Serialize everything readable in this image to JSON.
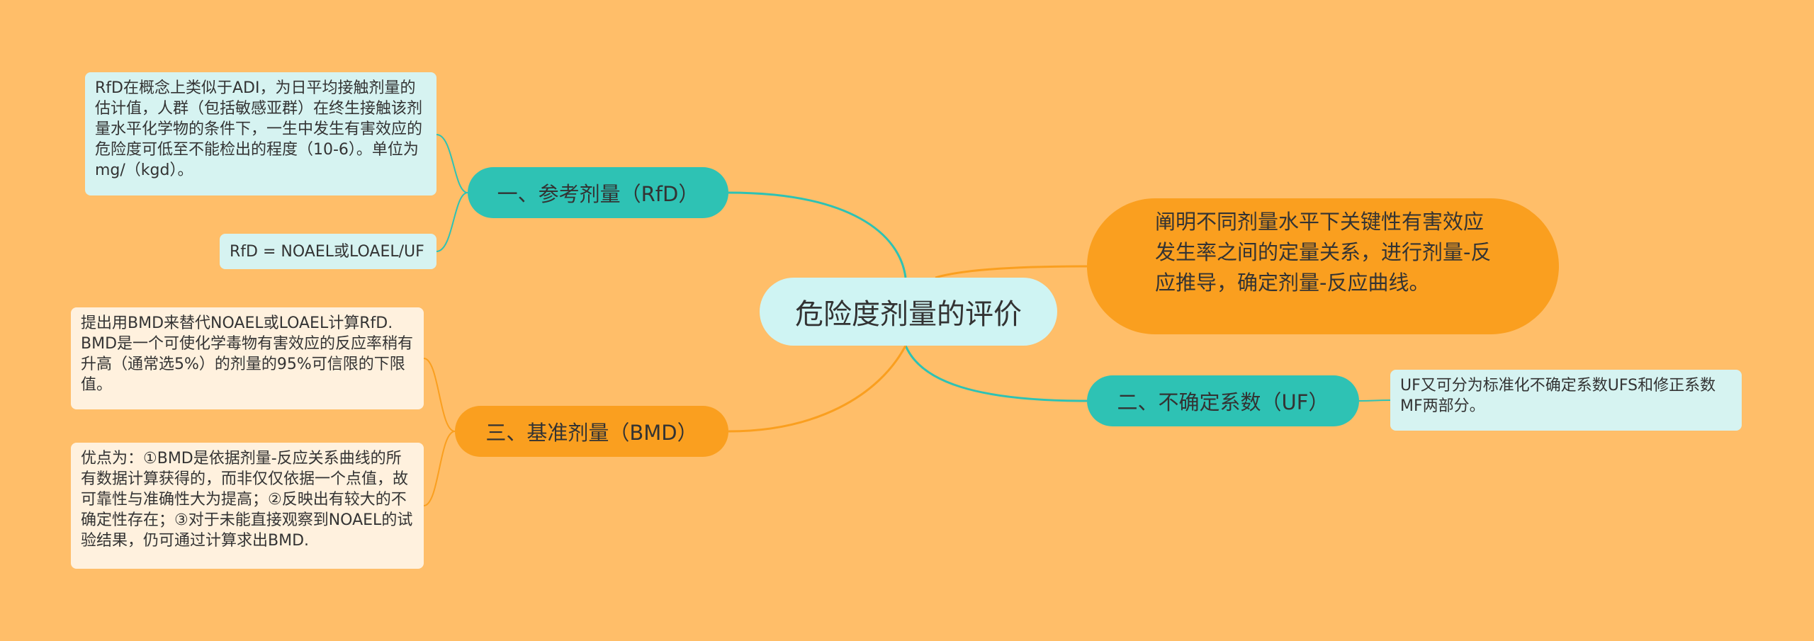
{
  "root": {
    "label": "危险度剂量的评价"
  },
  "branches": {
    "rfd": {
      "label": "一、参考剂量（RfD）",
      "leaves": [
        "RfD在概念上类似于ADI，为日平均接触剂量的估计值，人群（包括敏感亚群）在终生接触该剂量水平化学物的条件下，一生中发生有害效应的危险度可低至不能检出的程度（10-6）。单位为mg/（kgd）。",
        "RfD = NOAEL或LOAEL/UF"
      ]
    },
    "uf": {
      "label": "二、不确定系数（UF）",
      "leaves": [
        "UF又可分为标准化不确定系数UFS和修正系数MF两部分。"
      ]
    },
    "bmd": {
      "label": "三、基准剂量（BMD）",
      "leaves": [
        "提出用BMD来替代NOAEL或LOAEL计算RfD. BMD是一个可使化学毒物有害效应的反应率稍有升高（通常选5%）的剂量的95%可信限的下限值。",
        "优点为：①BMD是依据剂量-反应关系曲线的所有数据计算获得的，而非仅仅依据一个点值，故可靠性与准确性大为提高；②反映出有较大的不确定性存在；③对于未能直接观察到NOAEL的试验结果，仍可通过计算求出BMD."
      ]
    },
    "dose_response": {
      "label": "阐明不同剂量水平下关键性有害效应发生率之间的定量关系，进行剂量-反应推导，确定剂量-反应曲线。"
    }
  },
  "colors": {
    "background": "#FFBE69",
    "teal": "#2EC2B4",
    "orange": "#FA9F1F",
    "root": "#CFF4F3"
  }
}
